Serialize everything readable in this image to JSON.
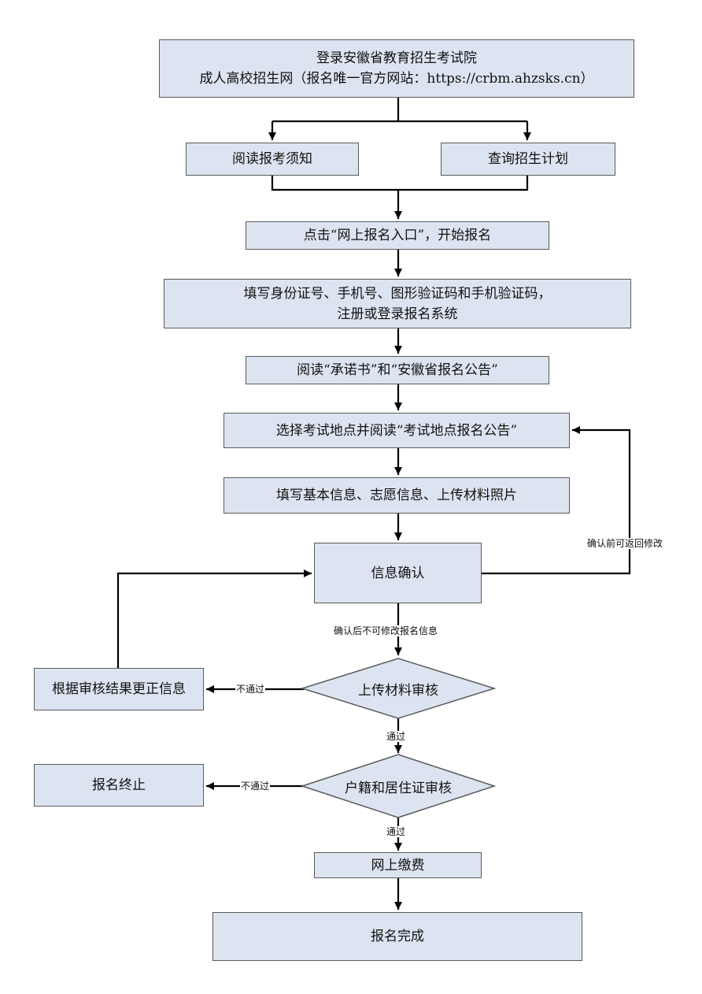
{
  "nodes": {
    "login": {
      "line1": "登录安徽省教育招生考试院",
      "line2": "成人高校招生网（报名唯一官方网站：https://crbm.ahzsks.cn）"
    },
    "read_notice": "阅读报考须知",
    "query_plan": "查询招生计划",
    "click_entry": "点击“网上报名入口”，开始报名",
    "register": {
      "line1": "填写身份证号、手机号、图形验证码和手机验证码，",
      "line2": "注册或登录报名系统"
    },
    "read_promise": "阅读“承诺书”和“安徽省报名公告”",
    "select_site": "选择考试地点并阅读“考试地点报名公告”",
    "fill_info": "填写基本信息、志愿信息、上传材料照片",
    "confirm": "信息确认",
    "correct": "根据审核结果更正信息",
    "upload_review": "上传材料审核",
    "terminate": "报名终止",
    "household_review": "户籍和居住证审核",
    "pay": "网上缴费",
    "complete": "报名完成"
  },
  "edge_labels": {
    "modify_before_confirm": "确认前可返回修改",
    "no_modify_after_confirm": "确认后不可修改报名信息",
    "fail_upload": "不通过",
    "pass_upload": "通过",
    "fail_household": "不通过",
    "pass_household": "通过"
  },
  "colors": {
    "box_fill": "#dde4f1",
    "border": "#5a5a5a",
    "line": "#000000"
  }
}
